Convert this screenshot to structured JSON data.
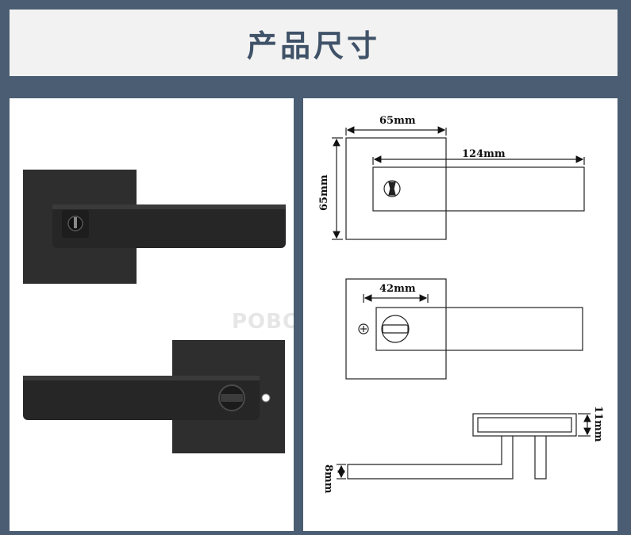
{
  "title": "产品尺寸",
  "watermark": "POBOT",
  "dimensions": {
    "rose_width": "65mm",
    "rose_height": "65mm",
    "lever_length": "124mm",
    "turn_offset": "42mm",
    "rose_thickness": "11mm",
    "lever_thickness": "8mm"
  },
  "colors": {
    "frame": "#4a5d72",
    "title_text": "#3f5268",
    "product": "#2b2b2b"
  }
}
